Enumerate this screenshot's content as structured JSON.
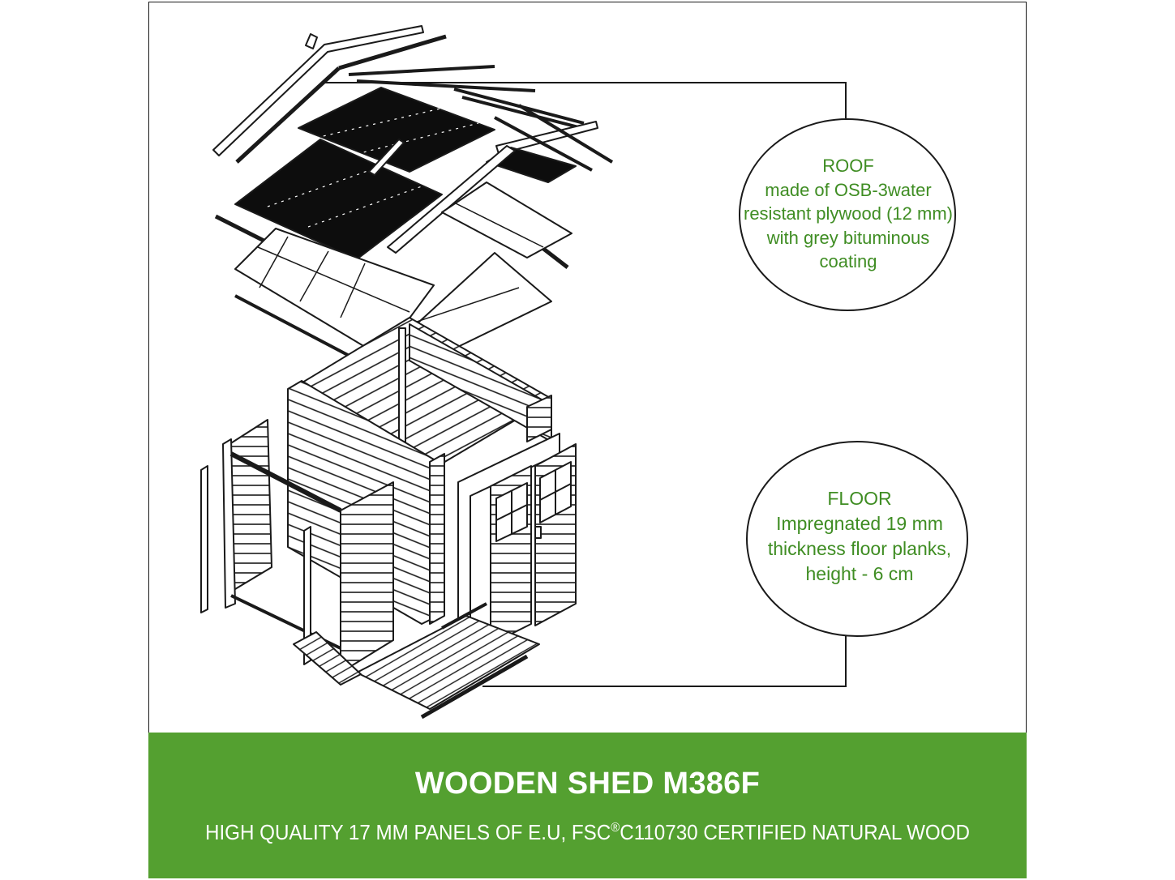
{
  "roof_callout": {
    "lines": [
      "ROOF",
      "made of OSB-3water",
      "resistant plywood (12 mm)",
      "with grey bituminous",
      "coating"
    ]
  },
  "floor_callout": {
    "lines": [
      "FLOOR",
      "Impregnated 19 mm",
      "thickness floor planks,",
      "height - 6 cm"
    ]
  },
  "footer": {
    "title": "WOODEN SHED M386F",
    "subtitle_before": "HIGH QUALITY 17 MM PANELS OF E.U, FSC",
    "subtitle_mark": "®",
    "subtitle_after": "C110730 CERTIFIED NATURAL WOOD"
  },
  "colors": {
    "accent_green": "#54a030",
    "callout_text_green": "#3f8d23",
    "line_black": "#1a1a1a"
  }
}
